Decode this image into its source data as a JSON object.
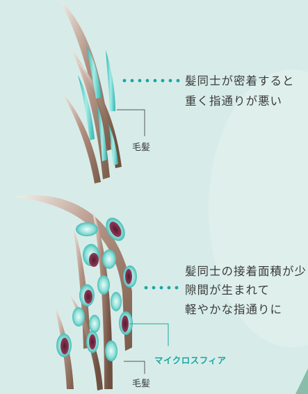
{
  "top": {
    "text_line1": "髪同士が密着すると",
    "text_line2": "重く指通りが悪い",
    "hair_label": "毛髪"
  },
  "bottom": {
    "text_line1": "髪同士の接着面積が少",
    "text_line2": "隙間が生まれて",
    "text_line3": "軽やかな指通りに",
    "microsphere_label": "マイクロスフィア",
    "hair_label": "毛髪"
  },
  "colors": {
    "background": "#d7ece8",
    "hair_dark": "#8a6a58",
    "hair_light": "#f2ece8",
    "accent_teal": "#1aa6a6",
    "sphere_core": "#7a2a45"
  }
}
